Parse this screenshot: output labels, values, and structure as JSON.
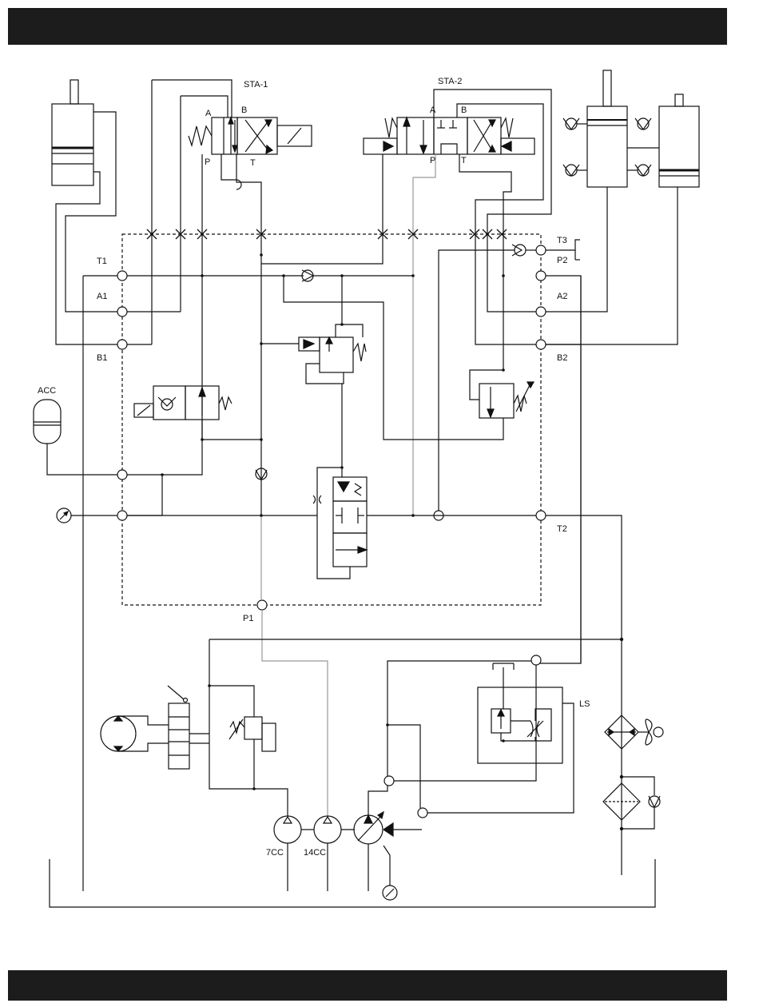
{
  "labels": {
    "sta1": "STA-1",
    "sta2": "STA-2",
    "sta1_a": "A",
    "sta1_b": "B",
    "sta1_p": "P",
    "sta1_t": "T",
    "sta2_a": "A",
    "sta2_b": "B",
    "sta2_p": "P",
    "sta2_t": "T",
    "t1": "T1",
    "a1": "A1",
    "b1": "B1",
    "t3": "T3",
    "p2": "P2",
    "a2": "A2",
    "b2": "B2",
    "acc": "ACC",
    "t2": "T2",
    "p1": "P1",
    "ls": "LS",
    "pump_7cc": "7CC",
    "pump_14cc": "14CC"
  },
  "colors": {
    "header_bar": "#1c1c1c",
    "line": "#111111",
    "pilot_line": "#999999"
  }
}
